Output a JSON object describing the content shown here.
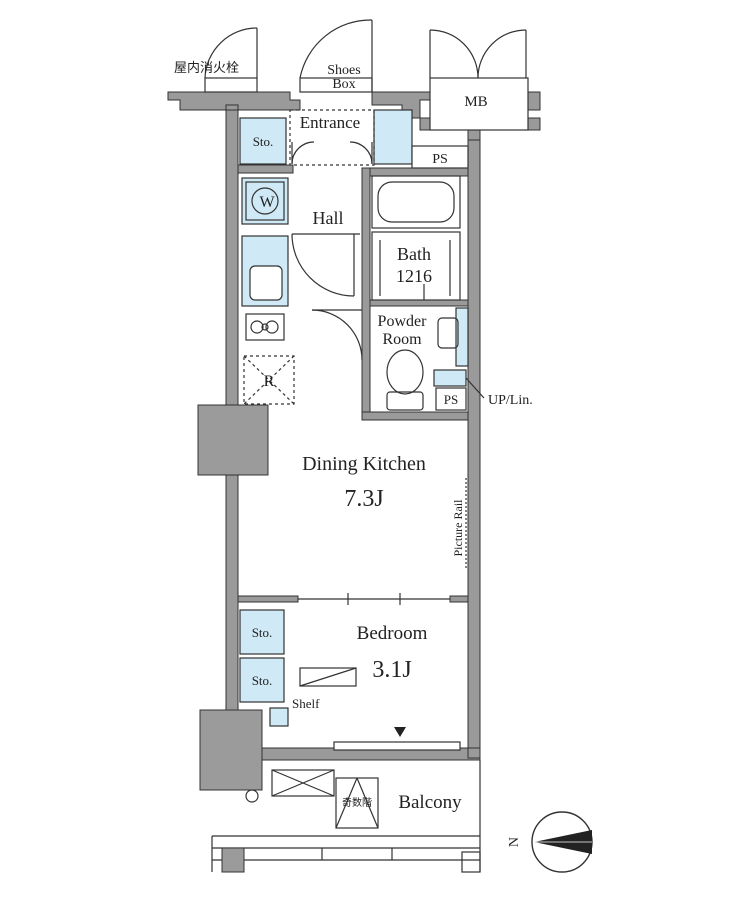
{
  "colors": {
    "wall": "#9a9a9a",
    "wall_dark": "#8a8a8a",
    "line": "#333333",
    "storage_fill": "#cfe9f6",
    "column_fill": "#9b9b9b",
    "background": "#ffffff"
  },
  "labels": {
    "fire_hydrant": "屋内消火栓",
    "shoes_box_line1": "Shoes",
    "shoes_box_line2": "Box",
    "mb": "MB",
    "entrance": "Entrance",
    "storage_entrance": "Sto.",
    "ps_top": "PS",
    "hall": "Hall",
    "washer": "W",
    "bath_line1": "Bath",
    "bath_line2": "1216",
    "powder_line1": "Powder",
    "powder_line2": "Room",
    "ps_bottom": "PS",
    "up_lin": "UP/Lin.",
    "refrigerator": "R",
    "dining_kitchen": "Dining Kitchen",
    "dining_size": "7.3J",
    "picture_rail": "Picture Rail",
    "bedroom": "Bedroom",
    "bedroom_size": "3.1J",
    "storage_bed_1": "Sto.",
    "storage_bed_2": "Sto.",
    "shelf": "Shelf",
    "balcony": "Balcony",
    "emergency_stairs": "奇数階",
    "compass_n": "N"
  },
  "icons": {
    "compass": "north-arrow-icon",
    "stove": "gas-stove-icon",
    "sink": "sink-icon",
    "toilet": "toilet-icon",
    "bathtub": "bathtub-icon",
    "window_marker": "triangle-down-icon"
  }
}
